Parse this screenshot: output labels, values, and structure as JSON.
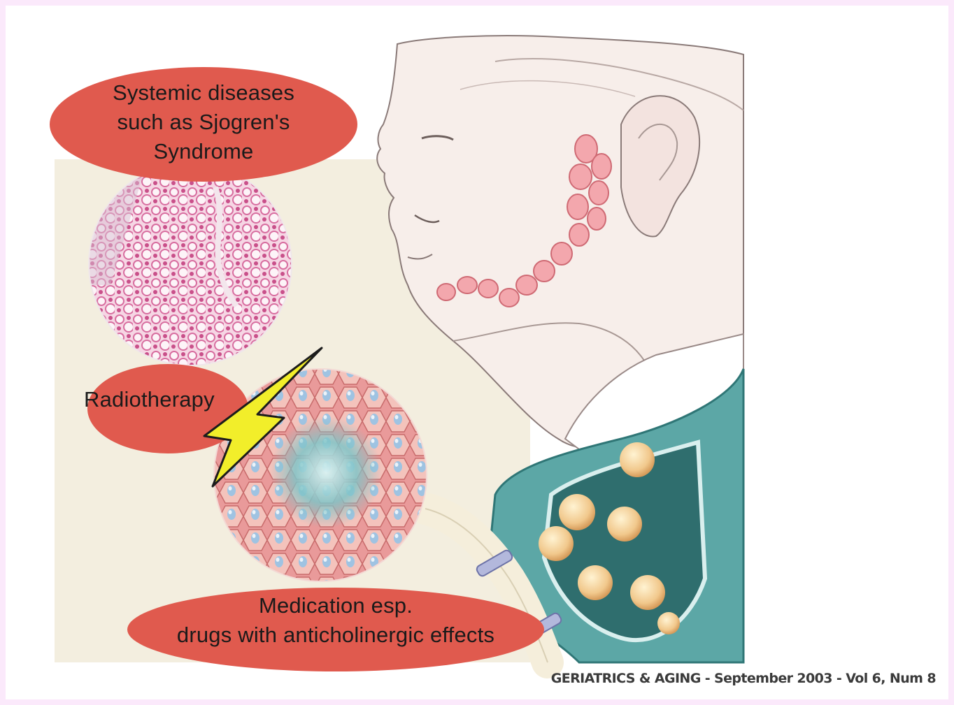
{
  "labels": {
    "systemic": {
      "line1": "Systemic diseases",
      "line2": "such as Sjogren's",
      "line3": "Syndrome"
    },
    "radiotherapy": "Radiotherapy",
    "medication": {
      "line1": "Medication esp.",
      "line2": "drugs with anticholinergic effects"
    }
  },
  "citation": "GERIATRICS & AGING - September 2003 - Vol 6, Num 8",
  "colors": {
    "page_border": "#fbe9fb",
    "bubble_fill": "#e05a4e",
    "gland_teal": "#4d9b9a",
    "tissue_pink": "#e88fb4",
    "lightning_yellow": "#f2ee2a"
  },
  "icons": [
    "lightning-bolt-icon"
  ]
}
